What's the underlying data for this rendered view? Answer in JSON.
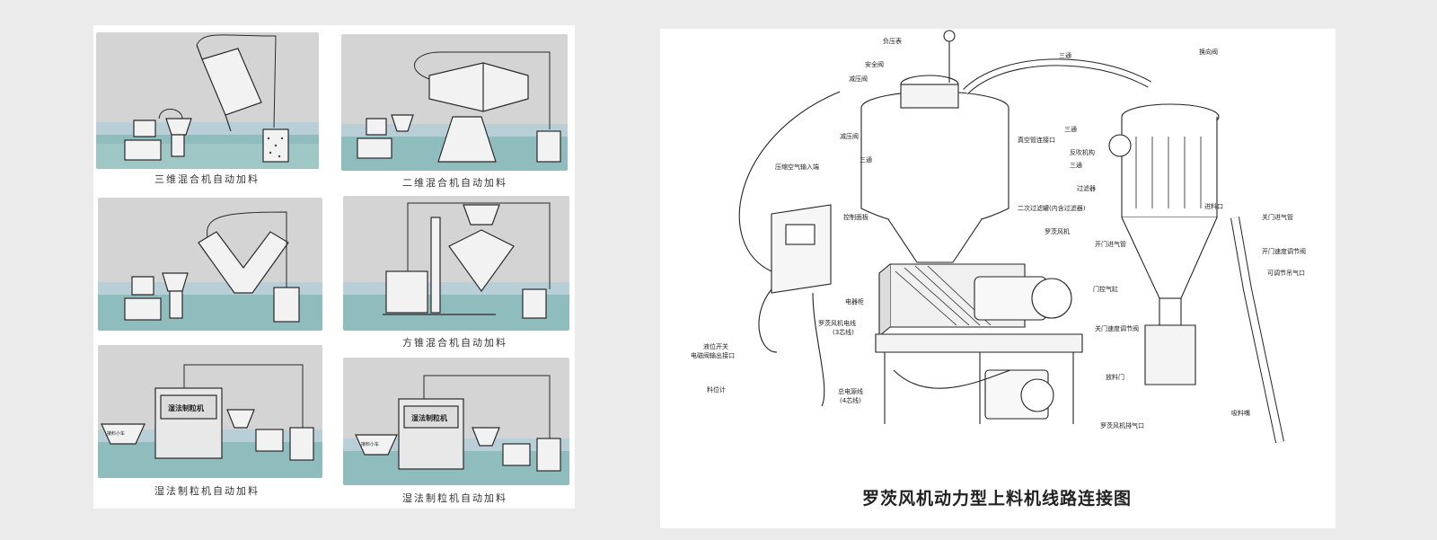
{
  "left_panel": {
    "captions": [
      "三维混合机自动加料",
      "二维混合机自动加料",
      "方锥混合机自动加料",
      "湿法制粒机自动加料",
      "湿法制粒机自动加料"
    ],
    "machine_labels": [
      "湿法制粒机",
      "湿法制粒机"
    ],
    "cart_labels": [
      "接料小车",
      "接料小车"
    ]
  },
  "right_panel": {
    "title": "罗茨风机动力型上料机线路连接图",
    "labels": {
      "negative_pressure_gauge": "负压表",
      "safety_valve": "安全阀",
      "pressure_relief_valve": "减压阀",
      "tee_top_left": "三通",
      "tee_top_right": "三通",
      "reversing_valve": "换向阀",
      "pressure_relief_solenoid": "减压阀",
      "tee_mid": "三通",
      "vacuum_connection": "真空管连接口",
      "compressed_air_input": "压缩空气输入端",
      "backflush_valve": "反吹机构",
      "tee_right": "三通",
      "filter": "过滤器",
      "secondary_filter_tank": "二次过滤罐(内含过滤器)",
      "control_panel": "控制面板",
      "roots_blower": "罗茨风机",
      "feed_inlet": "进料口",
      "close_door_cylinder": "关门进气管",
      "open_door_cylinder": "开门进气管",
      "close_door_speed_valve": "开门速度调节阀",
      "adjustable_port": "可调节吊气口",
      "door_cylinder": "门控气缸",
      "electric_cabinet": "电器柜",
      "blower_power_line": "罗茨风机电线",
      "blower_power_line_note": "(3芯线)",
      "close_speed_valve": "关门速度调节阀",
      "level_switch_plug": "液位开关",
      "solenoid_signal_port": "电磁阀输出接口",
      "discharge_door": "放料门",
      "level_sensor": "料位计",
      "main_power_line": "总电源线",
      "main_power_note": "(4芯线)",
      "suction_pipe": "吸料嘴",
      "blower_exhaust": "罗茨风机排气口"
    }
  },
  "colors": {
    "page_bg": "#ebebeb",
    "sky_grey": "#d2d2d2",
    "water_blue": "#9cc0cf",
    "ground_teal": "#7fb7b5",
    "line": "#2a2a2a"
  }
}
